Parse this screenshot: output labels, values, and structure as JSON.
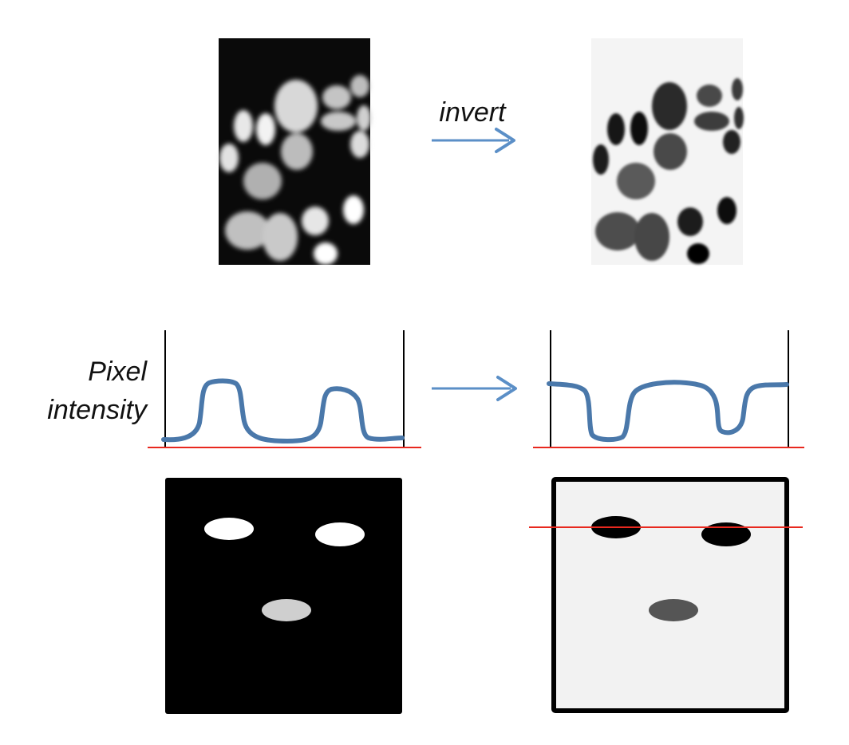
{
  "labels": {
    "invert": "invert",
    "pixel_line1": "Pixel",
    "pixel_line2": "intensity"
  },
  "colors": {
    "arrow": "#5b8fc7",
    "curve": "#4a78aa",
    "baseline": "#e8281e",
    "micro_dark_bg": "#0a0a0a",
    "micro_light_bg": "#f4f4f4",
    "cartoon_dark_bg": "#000000",
    "cartoon_light_bg": "#f2f2f2",
    "blob_white": "#ffffff",
    "blob_gray_light": "#cfcfcf",
    "blob_black": "#000000",
    "blob_gray_dark": "#555555"
  },
  "icons": [
    "right-arrow-icon",
    "right-arrow-icon"
  ]
}
